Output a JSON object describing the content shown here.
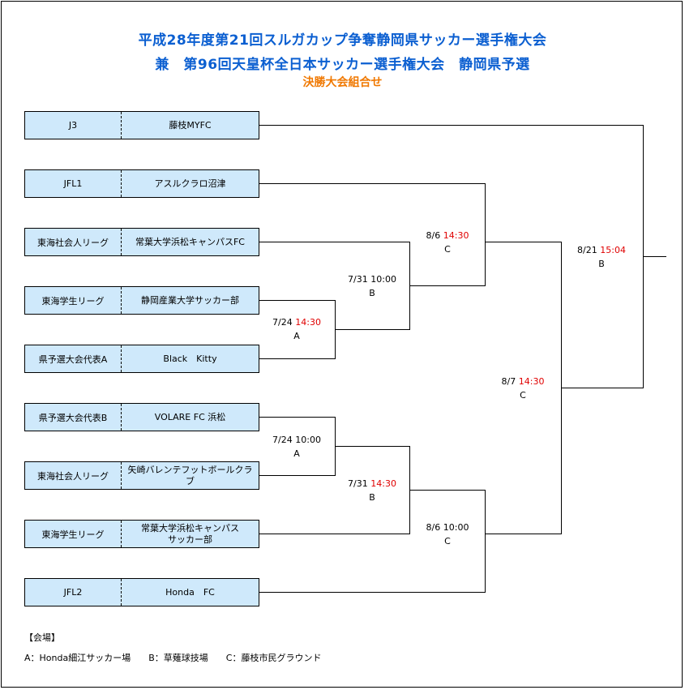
{
  "header": {
    "title_line1": "平成28年度第21回スルガカップ争奪静岡県サッカー選手権大会",
    "title_line2": "兼　第96回天皇杯全日本サッカー選手権大会　静岡県予選",
    "subtitle": "決勝大会組合せ"
  },
  "teams": [
    {
      "category": "J3",
      "name": "藤枝MYFC"
    },
    {
      "category": "JFL1",
      "name": "アスルクラロ沼津"
    },
    {
      "category": "東海社会人リーグ",
      "name": "常葉大学浜松キャンパスFC"
    },
    {
      "category": "東海学生リーグ",
      "name": "静岡産業大学サッカー部"
    },
    {
      "category": "県予選大会代表A",
      "name": "Black　Kitty"
    },
    {
      "category": "県予選大会代表B",
      "name": "VOLARE FC 浜松"
    },
    {
      "category": "東海社会人リーグ",
      "name": "矢崎バレンテフットボールクラブ"
    },
    {
      "category": "東海学生リーグ",
      "name": "常葉大学浜松キャンパス\nサッカー部"
    },
    {
      "category": "JFL2",
      "name": "Honda　FC"
    }
  ],
  "matches": [
    {
      "date": "7/24 ",
      "time": "14:30",
      "venue": "A"
    },
    {
      "date": "7/31 10:00",
      "time": "",
      "venue": "B"
    },
    {
      "date": "8/6 ",
      "time": "14:30",
      "venue": "C"
    },
    {
      "date": "7/24 10:00",
      "time": "",
      "venue": "A"
    },
    {
      "date": "7/31 ",
      "time": "14:30",
      "venue": "B"
    },
    {
      "date": "8/6 10:00",
      "time": "",
      "venue": "C"
    },
    {
      "date": "8/7 ",
      "time": "14:30",
      "venue": "C"
    },
    {
      "date": "8/21 ",
      "time": "15:04",
      "venue": "B"
    }
  ],
  "venues": {
    "heading": "【会場】",
    "list": "A：Honda細江サッカー場　　B：草薙球技場　　C：藤枝市民グラウンド"
  },
  "colors": {
    "title": "#0b5fd1",
    "subtitle": "#f07800",
    "team_fill": "#cfe9fb",
    "kickoff_time": "#e00000"
  }
}
